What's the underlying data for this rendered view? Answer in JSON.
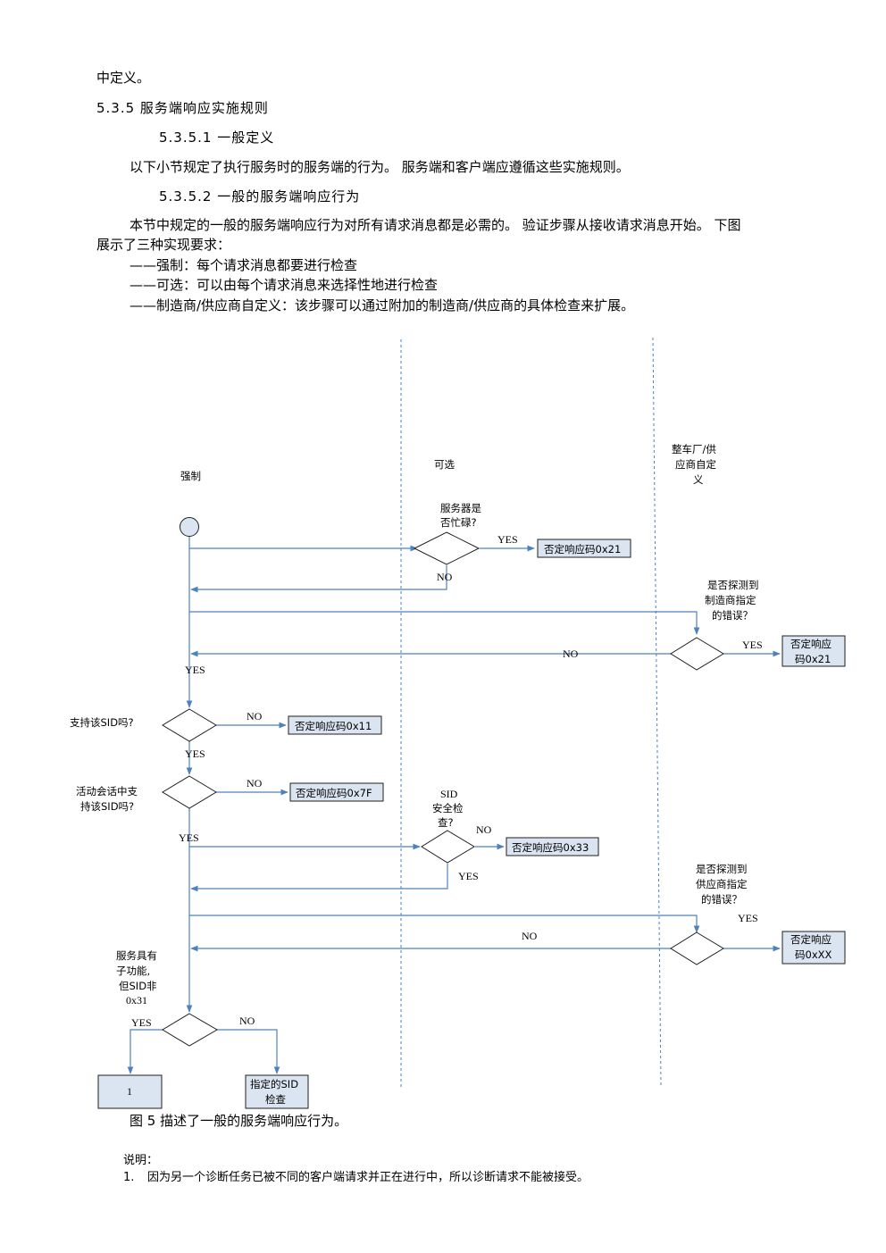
{
  "doc": {
    "line0": "中定义。",
    "sec535": "5.3.5  服务端响应实施规则",
    "sec5351": "5.3.5.1   一般定义",
    "p1": "以下小节规定了执行服务时的服务端的行为。 服务端和客户端应遵循这些实施规则。",
    "sec5352": "5.3.5.2   一般的服务端响应行为",
    "p2a": "本节中规定的一般的服务端响应行为对所有请求消息都是必需的。 验证步骤从接收请求消息开始。 下图",
    "p2b": "展示了三种实现要求：",
    "item1": "——强制：每个请求消息都要进行检查",
    "item2": "——可选：可以由每个请求消息来选择性地进行检查",
    "item3": "——制造商/供应商自定义：该步骤可以通过附加的制造商/供应商的具体检查来扩展。",
    "caption": "图 5 描述了一般的服务端响应行为。",
    "note_title": "说明：",
    "note1_num": "1.",
    "note1": "因为另一个诊断任务已被不同的客户端请求并正在进行中，所以诊断请求不能被接受。"
  },
  "diagram": {
    "col_mandatory": "强制",
    "col_optional": "可选",
    "col_oem_l1": "整车厂/供",
    "col_oem_l2": "应商自定",
    "col_oem_l3": "义",
    "busy_l1": "服务器是",
    "busy_l2": "否忙碌?",
    "nrc21a": "否定响应码0x21",
    "oem_err_l1": "是否探测到",
    "oem_err_l2": "制造商指定",
    "oem_err_l3": "的错误？",
    "nrc21b_l1": "否定响应",
    "nrc21b_l2": "码0x21",
    "sid_q": "支持该SID吗?",
    "nrc11": "否定响应码0x11",
    "sess_q_l1": "活动会话中支",
    "sess_q_l2": "持该SID吗?",
    "nrc7f": "否定响应码0x7F",
    "sec_l1": "SID",
    "sec_l2": "安全检",
    "sec_l3": "查?",
    "nrc33": "否定响应码0x33",
    "sup_err_l1": "是否探测到",
    "sup_err_l2": "供应商指定",
    "sup_err_l3": "的错误？",
    "nrcxx_l1": "否定响应",
    "nrcxx_l2": "码0xXX",
    "sub_l1": "服务具有",
    "sub_l2": "子功能,",
    "sub_l3": "但SID非",
    "sub_l4": "0x31",
    "box1": "1",
    "sidchk_l1": "指定的SID",
    "sidchk_l2": "检查",
    "yes": "YES",
    "no": "NO"
  },
  "colors": {
    "line": "#4f81bd",
    "box_fill": "#dbe5f1",
    "start_fill": "#dbe5f1"
  }
}
